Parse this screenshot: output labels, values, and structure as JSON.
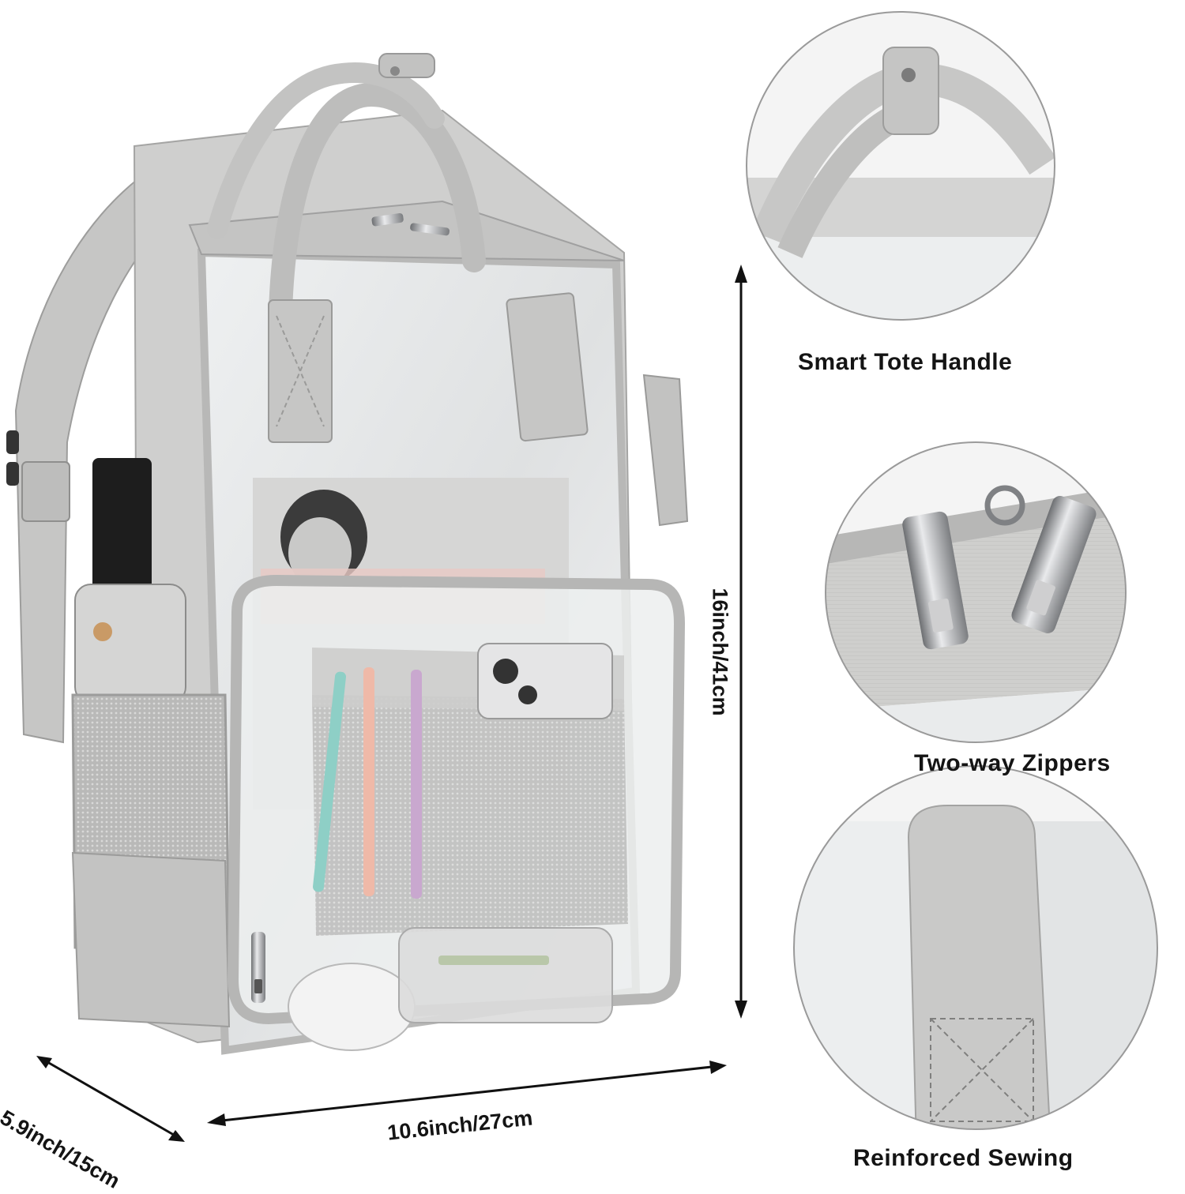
{
  "features": [
    {
      "label": "Smart Tote Handle"
    },
    {
      "label": "Two-way Zippers"
    },
    {
      "label": "Reinforced Sewing"
    }
  ],
  "dimensions": {
    "height": "16inch/41cm",
    "width": "10.6inch/27cm",
    "depth": "5.9inch/15cm"
  },
  "product": {
    "name": "clear backpack",
    "color": "#c9c9c8",
    "accent": "#8f8f8e"
  }
}
